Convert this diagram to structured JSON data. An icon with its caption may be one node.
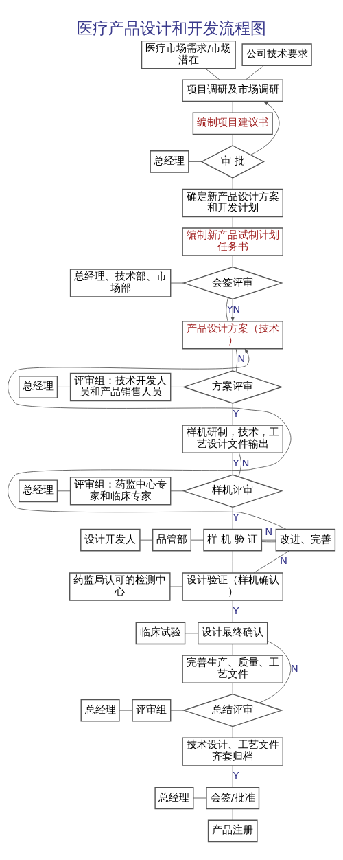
{
  "diagram": {
    "title": "医疗产品设计和开发流程图",
    "nodes": [
      {
        "text": [
          "医疗市场需求/市场潜在"
        ]
      },
      {
        "text": [
          "公司技术要求"
        ]
      },
      {
        "text": [
          "项目调研及市场调研"
        ]
      },
      {
        "text": [
          "编制项目建议书"
        ]
      },
      {
        "text": [
          "总经理"
        ]
      },
      {
        "text": [
          "审 批"
        ]
      },
      {
        "text": [
          "确定新产品设计方案和开发计划"
        ]
      },
      {
        "text": [
          "编制新产品试制计划任务书"
        ]
      },
      {
        "text": [
          "总经理、技术部、市场部"
        ]
      },
      {
        "text": [
          "会签评审"
        ]
      },
      {
        "text": [
          "产品设计方案（技术）"
        ]
      },
      {
        "text": [
          "总经理"
        ]
      },
      {
        "text": [
          "评审组：技术开发人员和产品销售人员"
        ]
      },
      {
        "text": [
          "方案评审"
        ]
      },
      {
        "text": [
          "样机研制，技术，工艺设计文件输出"
        ]
      },
      {
        "text": [
          "总经理"
        ]
      },
      {
        "text": [
          "评审组：药监中心专家和临床专家"
        ]
      },
      {
        "text": [
          "样机评审"
        ]
      },
      {
        "text": [
          "设计开发人"
        ]
      },
      {
        "text": [
          "品管部"
        ]
      },
      {
        "text": [
          "样 机 验 证"
        ]
      },
      {
        "text": [
          "改进、完善"
        ]
      },
      {
        "text": [
          "药监局认可的检测中心"
        ]
      },
      {
        "text": [
          "设计验证（样机确认）"
        ]
      },
      {
        "text": [
          "临床试验"
        ]
      },
      {
        "text": [
          "设计最终确认"
        ]
      },
      {
        "text": [
          "完善生产、质量、工艺文件"
        ]
      },
      {
        "text": [
          "总经理"
        ]
      },
      {
        "text": [
          "评审组"
        ]
      },
      {
        "text": [
          "总结评审"
        ]
      },
      {
        "text": [
          "技术设计、工艺文件齐套归档"
        ]
      },
      {
        "text": [
          "总经理"
        ]
      },
      {
        "text": [
          "会签/批准"
        ]
      },
      {
        "text": [
          "产品注册"
        ]
      }
    ],
    "edges": [
      {
        "from": 0,
        "to": 2,
        "arrow": "none"
      },
      {
        "from": 1,
        "to": 2,
        "arrow": "none"
      },
      {
        "from": 2,
        "to": 3,
        "arrow": "none"
      },
      {
        "from": 3,
        "to": 5,
        "arrow": "none"
      },
      {
        "from": 4,
        "to": 5,
        "arrow": "none"
      },
      {
        "from": 5,
        "to": 2,
        "arrow": "to"
      },
      {
        "from": 5,
        "to": 6,
        "arrow": "none"
      },
      {
        "from": 6,
        "to": 7,
        "arrow": "none"
      },
      {
        "from": 7,
        "to": 9,
        "arrow": "none"
      },
      {
        "from": 8,
        "to": 9,
        "arrow": "none"
      },
      {
        "from": 9,
        "to": 10,
        "label": "Y",
        "arrow": "none"
      },
      {
        "from": 9,
        "to": 10,
        "label": "N",
        "arrow": "to"
      },
      {
        "from": 21,
        "to": 10,
        "arrow": "to"
      },
      {
        "from": 10,
        "to": 13,
        "arrow": "none"
      },
      {
        "from": 11,
        "to": 12,
        "arrow": "none"
      },
      {
        "from": 12,
        "to": 13,
        "arrow": "none"
      },
      {
        "from": 13,
        "to": 10,
        "label": "N",
        "arrow": "none"
      },
      {
        "from": 13,
        "to": 14,
        "label": "Y",
        "arrow": "none"
      },
      {
        "from": 14,
        "to": 17,
        "label": "Y",
        "arrow": "none"
      },
      {
        "from": 17,
        "to": 14,
        "label": "N",
        "arrow": "none"
      },
      {
        "from": 15,
        "to": 16,
        "arrow": "none"
      },
      {
        "from": 16,
        "to": 17,
        "arrow": "none"
      },
      {
        "from": 17,
        "to": 20,
        "label": "Y",
        "arrow": "none"
      },
      {
        "from": 18,
        "to": 19,
        "arrow": "none"
      },
      {
        "from": 19,
        "to": 20,
        "arrow": "none"
      },
      {
        "from": 20,
        "to": 21,
        "label": "N",
        "arrow": "none"
      },
      {
        "from": 21,
        "to": 20,
        "arrow": "none"
      },
      {
        "from": 20,
        "to": 23,
        "arrow": "none"
      },
      {
        "from": 22,
        "to": 23,
        "arrow": "none"
      },
      {
        "from": 23,
        "to": 21,
        "label": "N",
        "arrow": "none"
      },
      {
        "from": 23,
        "to": 25,
        "label": "Y",
        "arrow": "none"
      },
      {
        "from": 24,
        "to": 25,
        "arrow": "none"
      },
      {
        "from": 25,
        "to": 26,
        "arrow": "none"
      },
      {
        "from": 26,
        "to": 29,
        "arrow": "none"
      },
      {
        "from": 27,
        "to": 28,
        "arrow": "none"
      },
      {
        "from": 28,
        "to": 29,
        "arrow": "none"
      },
      {
        "from": 29,
        "to": 25,
        "label": "N",
        "arrow": "none"
      },
      {
        "from": 29,
        "to": 30,
        "arrow": "none"
      },
      {
        "from": 30,
        "to": 32,
        "label": "Y",
        "arrow": "none"
      },
      {
        "from": 31,
        "to": 32,
        "arrow": "none"
      },
      {
        "from": 32,
        "to": 33,
        "arrow": "none"
      }
    ]
  }
}
